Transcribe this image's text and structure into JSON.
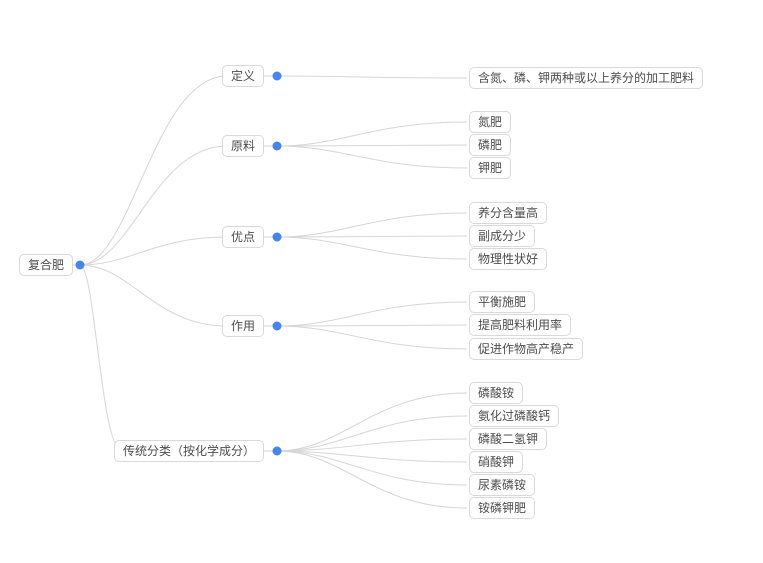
{
  "canvas": {
    "background": "#ffffff"
  },
  "style": {
    "accent_dot_color": "#4484f3",
    "connector_color": "#d6d6d6",
    "node_border_color": "#d9d9d9",
    "node_background": "#ffffff",
    "node_text_color": "#4d4d4d"
  },
  "mindmap": {
    "root": {
      "label": "复合肥"
    },
    "branches": [
      {
        "label": "定义",
        "children": [
          {
            "label": "含氮、磷、钾两种或以上养分的加工肥料"
          }
        ]
      },
      {
        "label": "原料",
        "children": [
          {
            "label": "氮肥"
          },
          {
            "label": "磷肥"
          },
          {
            "label": "钾肥"
          }
        ]
      },
      {
        "label": "优点",
        "children": [
          {
            "label": "养分含量高"
          },
          {
            "label": "副成分少"
          },
          {
            "label": "物理性状好"
          }
        ]
      },
      {
        "label": "作用",
        "children": [
          {
            "label": "平衡施肥"
          },
          {
            "label": "提高肥料利用率"
          },
          {
            "label": "促进作物高产稳产"
          }
        ]
      },
      {
        "label": "传统分类（按化学成分）",
        "children": [
          {
            "label": "磷酸铵"
          },
          {
            "label": "氨化过磷酸钙"
          },
          {
            "label": "磷酸二氢钾"
          },
          {
            "label": "硝酸钾"
          },
          {
            "label": "尿素磷铵"
          },
          {
            "label": "铵磷钾肥"
          }
        ]
      }
    ]
  }
}
